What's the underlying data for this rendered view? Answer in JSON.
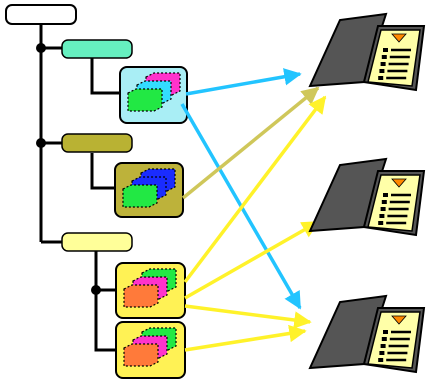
{
  "diagram": {
    "tree": {
      "root": {
        "color": "#ffffff"
      },
      "groups": [
        {
          "id": "group-1",
          "header_color": "#66f0c0",
          "stacks": [
            {
              "id": "stack-1",
              "bg": "#a9eef5",
              "layers": [
                "#ff33cc",
                "#33ddff",
                "#22e844"
              ]
            }
          ]
        },
        {
          "id": "group-2",
          "header_color": "#b9b233",
          "stacks": [
            {
              "id": "stack-2",
              "bg": "#bdb23a",
              "layers": [
                "#1a2cff",
                "#1a2cff",
                "#22e844"
              ]
            }
          ]
        },
        {
          "id": "group-3",
          "header_color": "#ffff99",
          "stacks": [
            {
              "id": "stack-3",
              "bg": "#fff255",
              "layers": [
                "#22e844",
                "#ff33cc",
                "#ff7a3a"
              ]
            },
            {
              "id": "stack-4",
              "bg": "#fff255",
              "layers": [
                "#22e844",
                "#ff33cc",
                "#ff7a3a"
              ]
            }
          ]
        }
      ]
    },
    "books": [
      {
        "id": "book-1",
        "cover_color": "#555555",
        "page_color": "#ffffa8",
        "emblem_color": "#ff8800"
      },
      {
        "id": "book-2",
        "cover_color": "#555555",
        "page_color": "#ffffa8",
        "emblem_color": "#ff8800"
      },
      {
        "id": "book-3",
        "cover_color": "#555555",
        "page_color": "#ffffa8",
        "emblem_color": "#ff8800"
      }
    ],
    "arrows": [
      {
        "from": "stack-1",
        "to": "book-1",
        "color": "#22c4ff"
      },
      {
        "from": "stack-1",
        "to": "book-3",
        "color": "#22c4ff"
      },
      {
        "from": "stack-2",
        "to": "book-1",
        "color": "#cfc75a"
      },
      {
        "from": "stack-3",
        "to": "book-1",
        "color": "#fff22a"
      },
      {
        "from": "stack-3",
        "to": "book-2",
        "color": "#fff22a"
      },
      {
        "from": "stack-3",
        "to": "book-3",
        "color": "#fff22a"
      },
      {
        "from": "stack-4",
        "to": "book-3",
        "color": "#fff22a"
      }
    ]
  }
}
